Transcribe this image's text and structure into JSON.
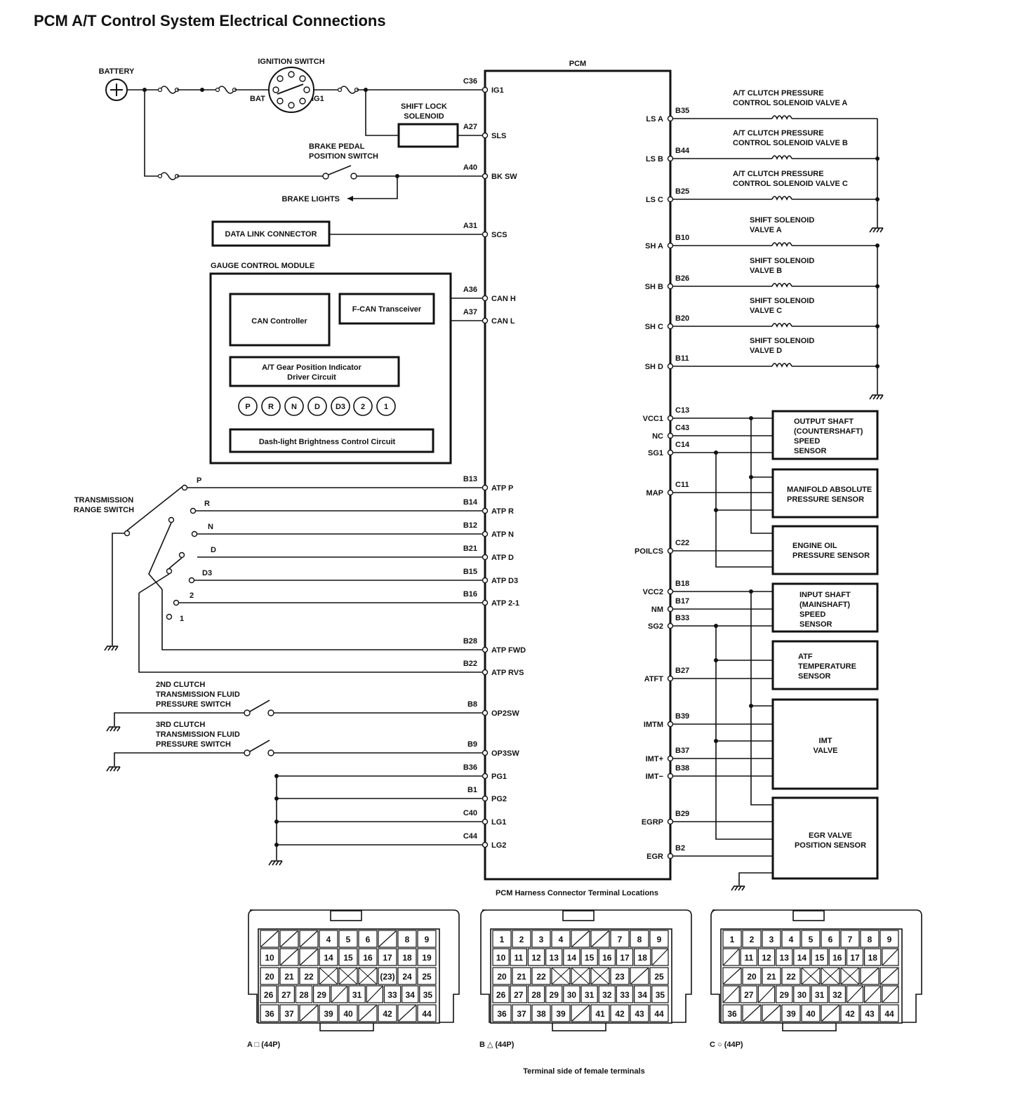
{
  "title": "PCM A/T Control System Electrical Connections",
  "pcm_label": "PCM",
  "power": {
    "battery": "BATTERY",
    "ignition_switch": "IGNITION SWITCH",
    "bat": "BAT",
    "ig1": "IG1",
    "shift_lock_solenoid": [
      "SHIFT LOCK",
      "SOLENOID"
    ],
    "brake_switch": [
      "BRAKE PEDAL",
      "POSITION SWITCH"
    ],
    "brake_lights": "BRAKE LIGHTS",
    "data_link_connector": "DATA LINK CONNECTOR"
  },
  "gauge": {
    "title": "GAUGE CONTROL MODULE",
    "can_controller": "CAN Controller",
    "fcan_transceiver": "F-CAN Transceiver",
    "driver_circuit": [
      "A/T Gear Position Indicator",
      "Driver Circuit"
    ],
    "indicators": [
      "P",
      "R",
      "N",
      "D",
      "D3",
      "2",
      "1"
    ],
    "dashlight": "Dash-light Brightness Control Circuit"
  },
  "range_switch": {
    "label": [
      "TRANSMISSION",
      "RANGE SWITCH"
    ],
    "positions": [
      "P",
      "R",
      "N",
      "D",
      "D3",
      "2",
      "1"
    ]
  },
  "pressure_switches": [
    [
      "2ND CLUTCH",
      "TRANSMISSION FLUID",
      "PRESSURE SWITCH"
    ],
    [
      "3RD CLUTCH",
      "TRANSMISSION FLUID",
      "PRESSURE SWITCH"
    ]
  ],
  "left_pins": [
    {
      "term": "C36",
      "name": "IG1"
    },
    {
      "term": "A27",
      "name": "SLS"
    },
    {
      "term": "A40",
      "name": "BK SW"
    },
    {
      "term": "A31",
      "name": "SCS"
    },
    {
      "term": "A36",
      "name": "CAN H"
    },
    {
      "term": "A37",
      "name": "CAN L"
    },
    {
      "term": "B13",
      "name": "ATP P"
    },
    {
      "term": "B14",
      "name": "ATP R"
    },
    {
      "term": "B12",
      "name": "ATP N"
    },
    {
      "term": "B21",
      "name": "ATP D"
    },
    {
      "term": "B15",
      "name": "ATP D3"
    },
    {
      "term": "B16",
      "name": "ATP 2-1"
    },
    {
      "term": "B28",
      "name": "ATP FWD"
    },
    {
      "term": "B22",
      "name": "ATP RVS"
    },
    {
      "term": "B8",
      "name": "OP2SW"
    },
    {
      "term": "B9",
      "name": "OP3SW"
    },
    {
      "term": "B36",
      "name": "PG1"
    },
    {
      "term": "B1",
      "name": "PG2"
    },
    {
      "term": "C40",
      "name": "LG1"
    },
    {
      "term": "C44",
      "name": "LG2"
    }
  ],
  "right_pins": [
    {
      "term": "B35",
      "name": "LS A"
    },
    {
      "term": "B44",
      "name": "LS B"
    },
    {
      "term": "B25",
      "name": "LS C"
    },
    {
      "term": "B10",
      "name": "SH A"
    },
    {
      "term": "B26",
      "name": "SH B"
    },
    {
      "term": "B20",
      "name": "SH C"
    },
    {
      "term": "B11",
      "name": "SH D"
    },
    {
      "term": "C13",
      "name": "VCC1"
    },
    {
      "term": "C43",
      "name": "NC"
    },
    {
      "term": "C14",
      "name": "SG1"
    },
    {
      "term": "C11",
      "name": "MAP"
    },
    {
      "term": "C22",
      "name": "POILCS"
    },
    {
      "term": "B18",
      "name": "VCC2"
    },
    {
      "term": "B17",
      "name": "NM"
    },
    {
      "term": "B33",
      "name": "SG2"
    },
    {
      "term": "B27",
      "name": "ATFT"
    },
    {
      "term": "B39",
      "name": "IMTM"
    },
    {
      "term": "B37",
      "name": "IMT+"
    },
    {
      "term": "B38",
      "name": "IMT−"
    },
    {
      "term": "B29",
      "name": "EGRP"
    },
    {
      "term": "B2",
      "name": "EGR"
    }
  ],
  "solenoids": [
    [
      "A/T CLUTCH PRESSURE",
      "CONTROL SOLENOID VALVE A"
    ],
    [
      "A/T CLUTCH PRESSURE",
      "CONTROL SOLENOID VALVE B"
    ],
    [
      "A/T CLUTCH PRESSURE",
      "CONTROL SOLENOID VALVE C"
    ],
    [
      "SHIFT SOLENOID",
      "VALVE A"
    ],
    [
      "SHIFT SOLENOID",
      "VALVE B"
    ],
    [
      "SHIFT SOLENOID",
      "VALVE C"
    ],
    [
      "SHIFT SOLENOID",
      "VALVE D"
    ]
  ],
  "sensors": [
    [
      "OUTPUT SHAFT",
      "(COUNTERSHAFT)",
      "SPEED",
      "SENSOR"
    ],
    [
      "MANIFOLD ABSOLUTE",
      "PRESSURE SENSOR"
    ],
    [
      "ENGINE OIL",
      "PRESSURE SENSOR"
    ],
    [
      "INPUT SHAFT",
      "(MAINSHAFT)",
      "SPEED",
      "SENSOR"
    ],
    [
      "ATF",
      "TEMPERATURE",
      "SENSOR"
    ],
    [
      "IMT",
      "VALVE"
    ],
    [
      "EGR VALVE",
      "POSITION SENSOR"
    ]
  ],
  "connectors": {
    "heading": "PCM Harness Connector Terminal Locations",
    "footer": "Terminal side of female terminals",
    "items": [
      {
        "label": "A □ (44P)",
        "rows": [
          [
            "/",
            "/",
            "/",
            "4",
            "5",
            "6",
            "/",
            "8",
            "9"
          ],
          [
            "10",
            "/",
            "/",
            "14",
            "15",
            "16",
            "17",
            "18",
            "19"
          ],
          [
            "20",
            "21",
            "22",
            "X",
            "X",
            "X",
            "(23)",
            "24",
            "25"
          ],
          [
            "26",
            "27",
            "28",
            "29",
            "/",
            "31",
            "/",
            "33",
            "34",
            "35"
          ],
          [
            "36",
            "37",
            "/",
            "39",
            "40",
            "/",
            "42",
            "/",
            "44"
          ]
        ]
      },
      {
        "label": "B △ (44P)",
        "rows": [
          [
            "1",
            "2",
            "3",
            "4",
            "/",
            "/",
            "7",
            "8",
            "9"
          ],
          [
            "10",
            "11",
            "12",
            "13",
            "14",
            "15",
            "16",
            "17",
            "18",
            "/"
          ],
          [
            "20",
            "21",
            "22",
            "X",
            "X",
            "X",
            "23",
            "/",
            "25"
          ],
          [
            "26",
            "27",
            "28",
            "29",
            "30",
            "31",
            "32",
            "33",
            "34",
            "35"
          ],
          [
            "36",
            "37",
            "38",
            "39",
            "/",
            "41",
            "42",
            "43",
            "44"
          ]
        ]
      },
      {
        "label": "C ○ (44P)",
        "rows": [
          [
            "1",
            "2",
            "3",
            "4",
            "5",
            "6",
            "7",
            "8",
            "9"
          ],
          [
            "/",
            "11",
            "12",
            "13",
            "14",
            "15",
            "16",
            "17",
            "18",
            "/"
          ],
          [
            "/",
            "20",
            "21",
            "22",
            "X",
            "X",
            "X",
            "/",
            "/"
          ],
          [
            "/",
            "27",
            "/",
            "29",
            "30",
            "31",
            "32",
            "/",
            "/",
            "/"
          ],
          [
            "36",
            "/",
            "/",
            "39",
            "40",
            "/",
            "42",
            "43",
            "44"
          ]
        ]
      }
    ]
  }
}
